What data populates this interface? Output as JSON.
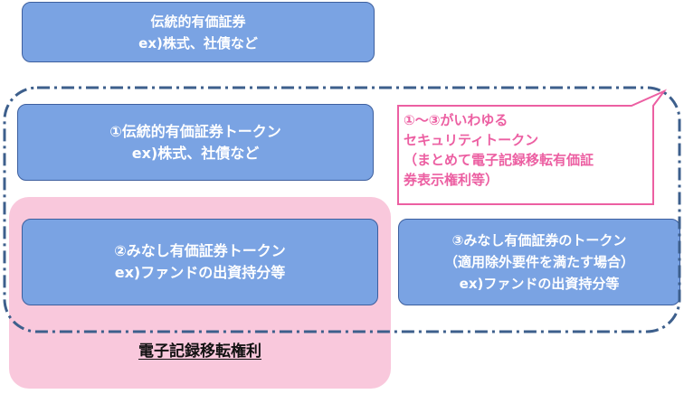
{
  "boxes": {
    "top": {
      "line1": "伝統的有価証券",
      "line2": "ex)株式、社債など"
    },
    "token1": {
      "line1": "①伝統的有価証券トークン",
      "line2": "ex)株式、社債など"
    },
    "token2": {
      "line1": "②みなし有価証券トークン",
      "line2": "ex)ファンドの出資持分等"
    },
    "token3": {
      "line1": "③みなし有価証券のトークン",
      "line2": "（適用除外要件を満たす場合）",
      "line3": "ex)ファンドの出資持分等"
    }
  },
  "callout": {
    "line1": "①～③がいわゆる",
    "line2": "セキュリティトークン",
    "line3": "（まとめて電子記録移転有価証",
    "line4": "券表示権利等）"
  },
  "pink_region": {
    "label": "電子記録移転権利"
  },
  "colors": {
    "box_fill": "#7aa3e3",
    "box_border": "#3d5f9e",
    "pink_fill": "#f9c8dc",
    "callout_accent": "#ec5fa2",
    "dashed_outline": "#3d5f8c"
  }
}
